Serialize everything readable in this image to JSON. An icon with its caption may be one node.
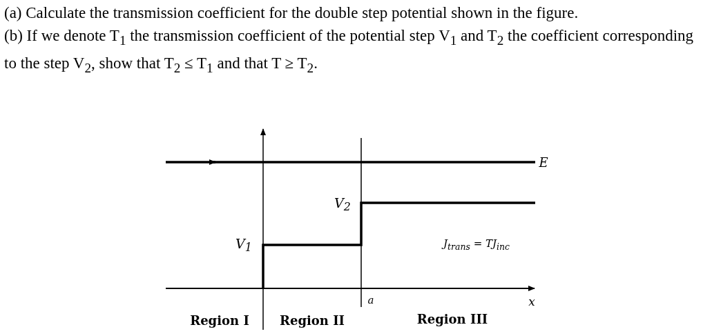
{
  "diagram": {
    "labels": [
      "(a) Calculate the transmission coefficient for the double step potential shown in the figure.",
      "(b) If we denote T$_{1}$ the transmission coefficient of the potential step V$_{1}$ and T$_{2}$ the coefficient corresponding to the step V$_{2}$, show that T$_{2}$ ≤ T$_{1}$ and that T ≥ T$_{2}$.",
      "E",
      "V$_{2}$",
      "V$_{1}$",
      "J$_{trans}$ = TJ$_{inc}$",
      "a",
      "x",
      "Region I",
      "Region II",
      "Region III"
    ]
  }
}
